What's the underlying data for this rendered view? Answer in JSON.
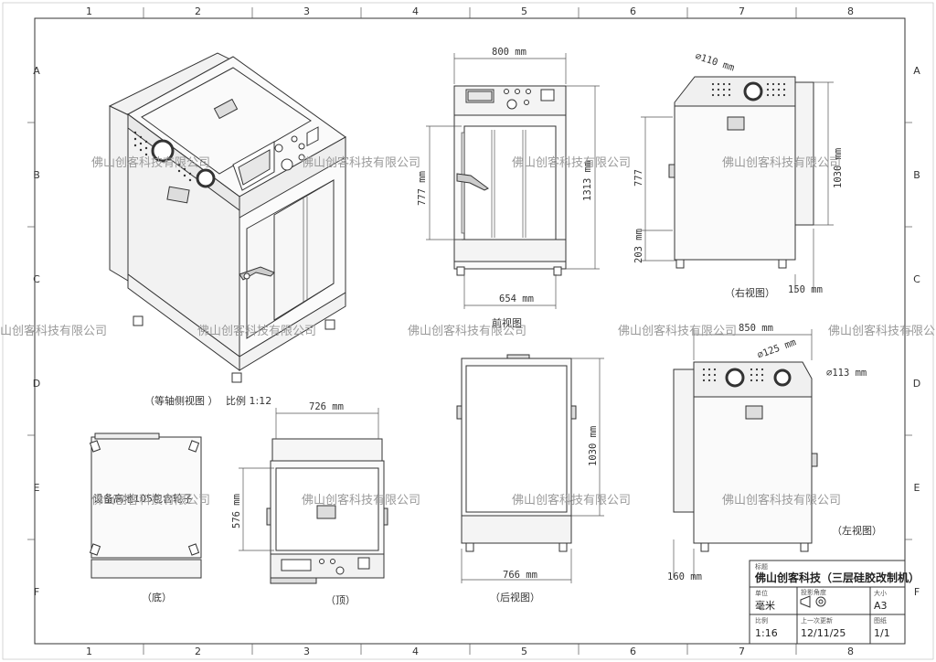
{
  "grid": {
    "columns": [
      "1",
      "2",
      "3",
      "4",
      "5",
      "6",
      "7",
      "8"
    ],
    "rows": [
      "A",
      "B",
      "C",
      "D",
      "E",
      "F"
    ]
  },
  "watermark": "佛山创客科技有限公司",
  "watermark_partial_left": "山创客科技有限公司",
  "views": {
    "isometric_caption": "（等轴侧视图 ）",
    "scale_caption": "比例 1:12",
    "front_caption": "前视图",
    "right_caption": "（右视图）",
    "left_caption": "（左视图）",
    "bottom_caption": "（底）",
    "top_caption": "（顶）",
    "back_caption": "（后视图）",
    "bottom_overlay_text": "设备高地105包含轮子"
  },
  "dimensions": {
    "front_width": "800 mm",
    "front_height_total": "1313 mm",
    "front_door_height": "777 mm",
    "front_inner_width": "654 mm",
    "right_hole": "⌀110 mm",
    "right_door_height": "777",
    "right_height": "1030 mm",
    "right_base_height": "203 mm",
    "right_depth_offset": "150 mm",
    "left_width": "850 mm",
    "left_hole_large": "⌀125 mm",
    "left_hole_small": "⌀113 mm",
    "left_offset": "160 mm",
    "top_width": "726 mm",
    "top_depth": "576 mm",
    "back_height": "1030 mm",
    "back_width": "766 mm"
  },
  "title_block": {
    "title_label": "标题",
    "title": "佛山创客科技（三层硅胶改制机）",
    "unit_label": "单位",
    "unit": "毫米",
    "projection_label": "投影角度",
    "size_label": "大小",
    "size": "A3",
    "scale_label": "比例",
    "scale": "1:16",
    "updated_label": "上一次更新",
    "updated": "12/11/25",
    "sheet_label": "图纸",
    "sheet": "1/1"
  }
}
